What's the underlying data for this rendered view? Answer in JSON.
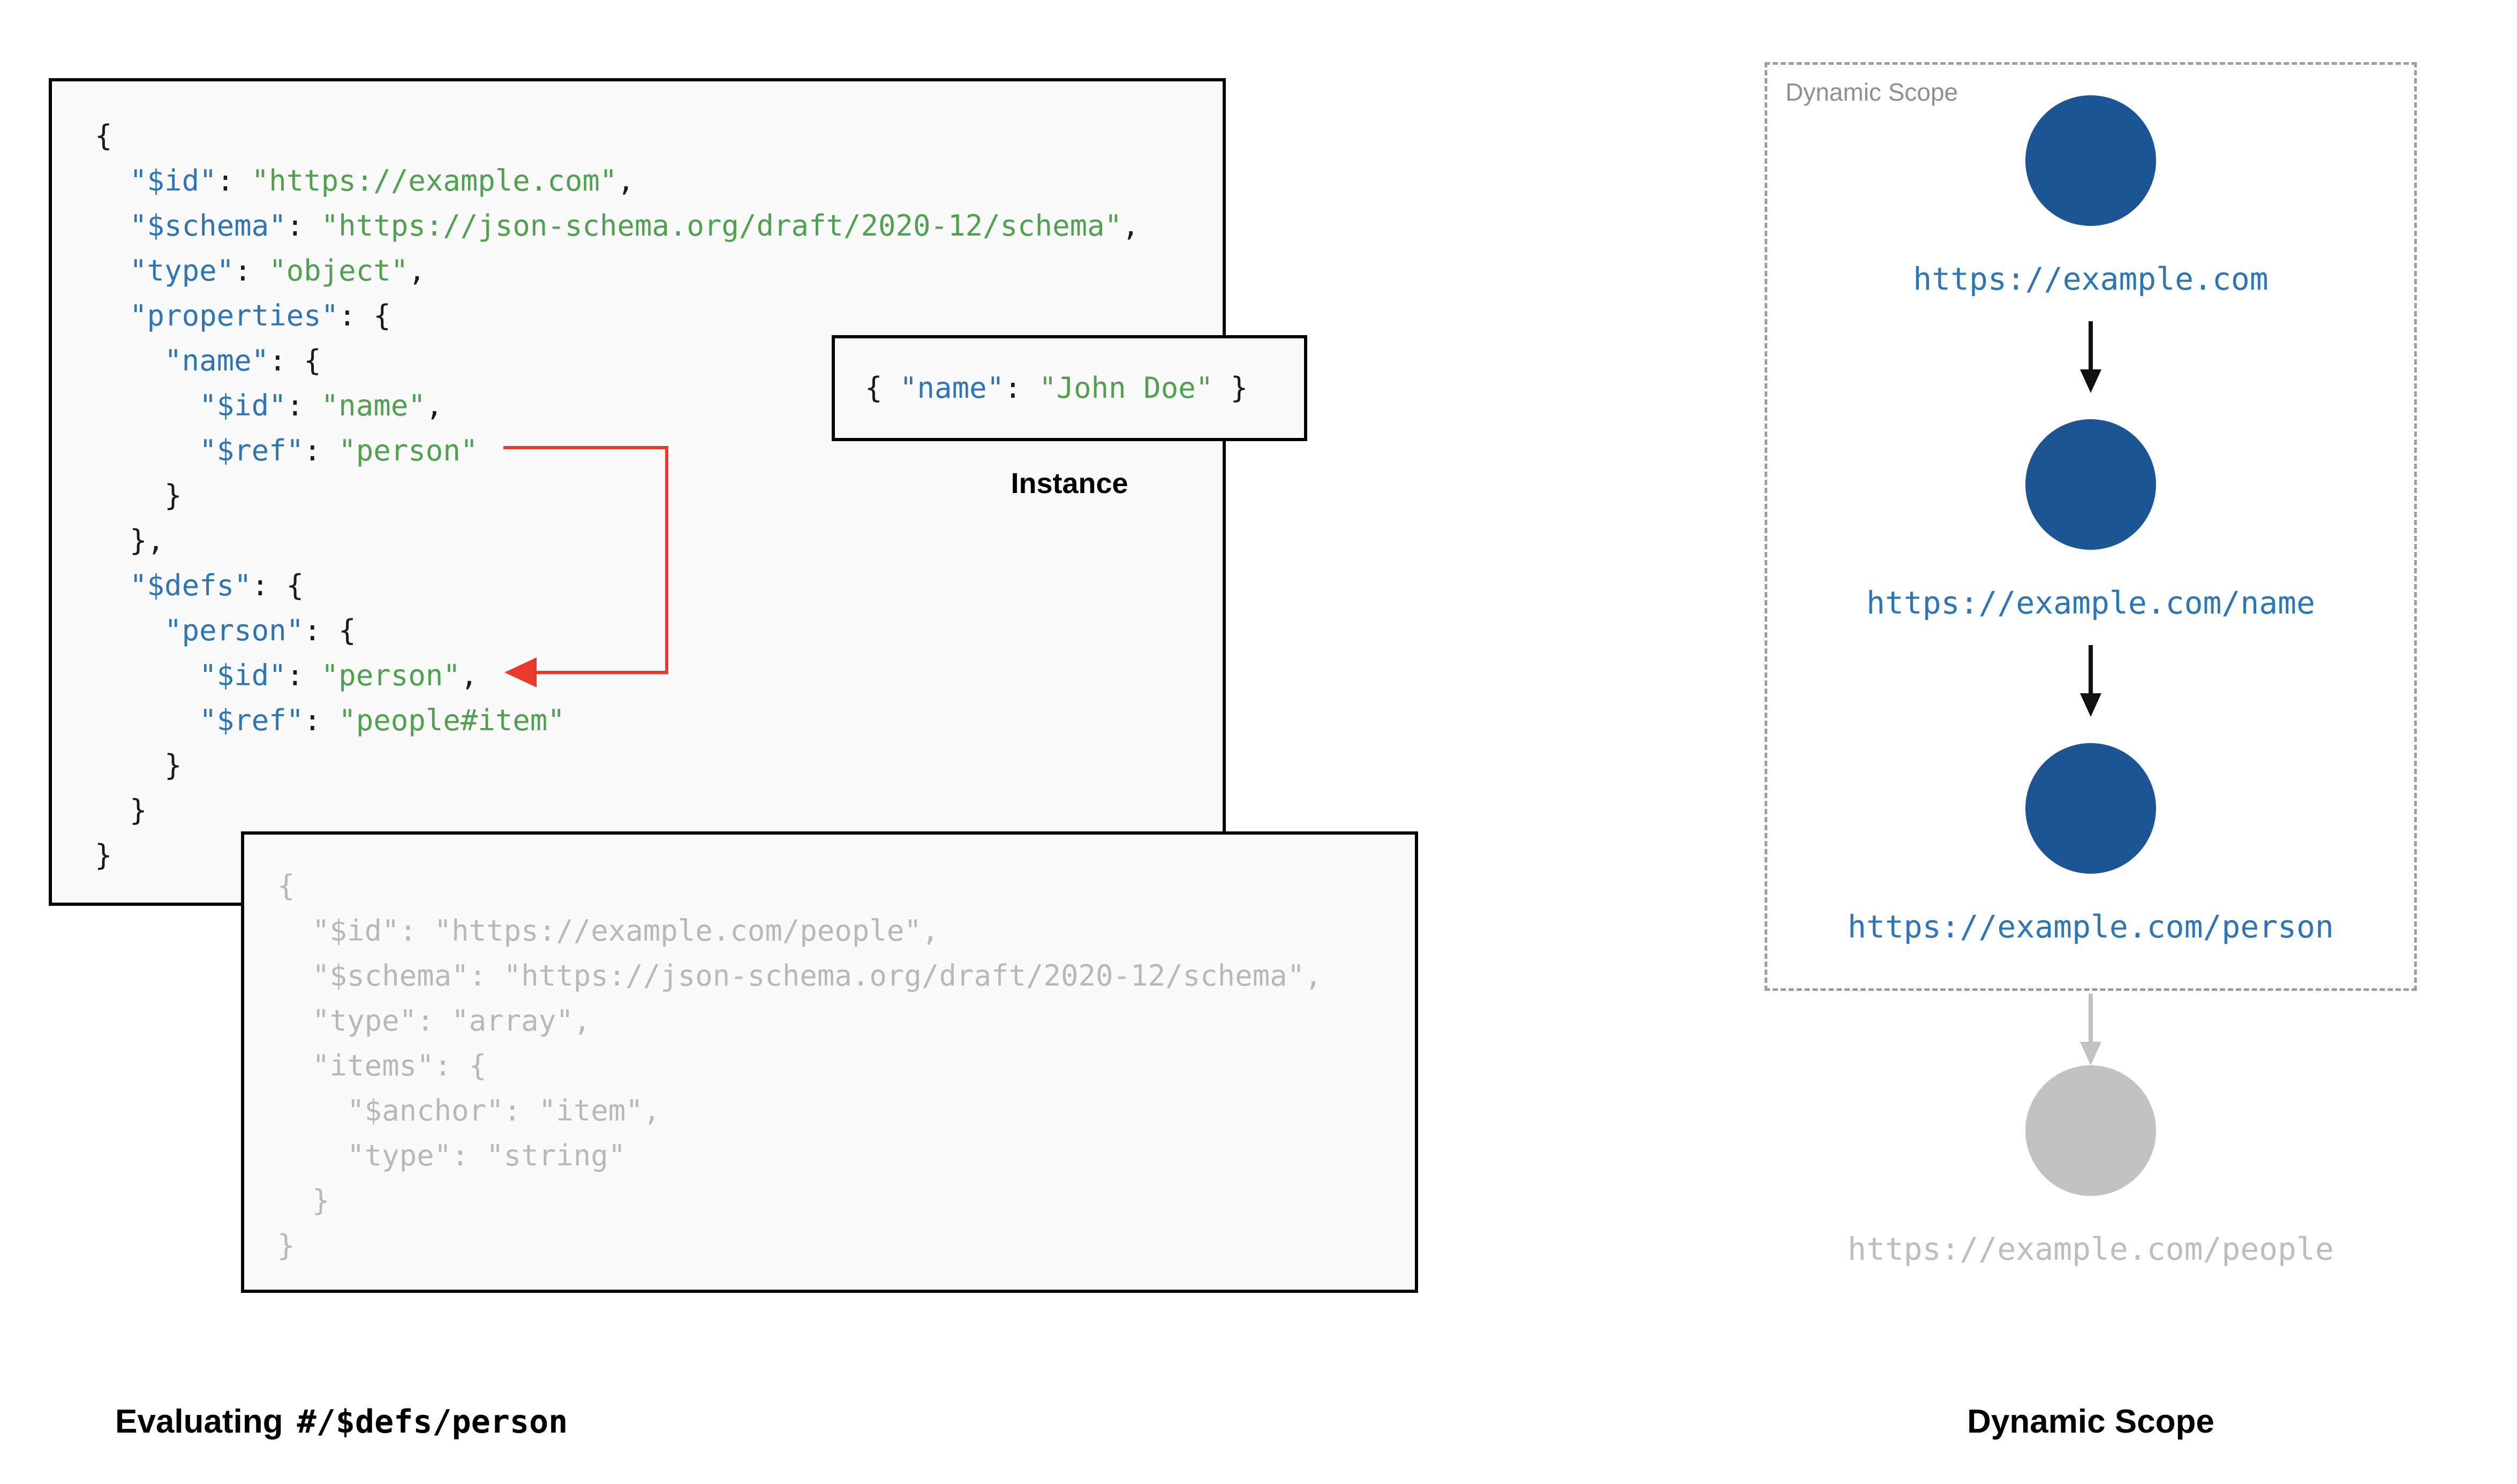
{
  "colors": {
    "key": "#2e75b6",
    "string": "#50a14f",
    "plain": "#1a1a1a",
    "muted": "#b8b8b8",
    "node_blue": "#1d5493",
    "node_gray": "#c2c2c2",
    "url_blue": "#2e75b6",
    "url_gray": "#bdbdbd",
    "arrow_red": "#e8392b",
    "arrow_black": "#111111",
    "arrow_gray": "#c2c2c2",
    "box_bg": "#fafafa",
    "box_border": "#000000",
    "dashed_border": "#9e9e9e",
    "label_gray": "#8f8f8f"
  },
  "main_schema": {
    "code": [
      "{",
      "  \"$id\": \"https://example.com\",",
      "  \"$schema\": \"https://json-schema.org/draft/2020-12/schema\",",
      "  \"type\": \"object\",",
      "  \"properties\": {",
      "    \"name\": {",
      "      \"$id\": \"name\",",
      "      \"$ref\": \"person\"",
      "    }",
      "  },",
      "  \"$defs\": {",
      "    \"person\": {",
      "      \"$id\": \"person\",",
      "      \"$ref\": \"people#item\"",
      "    }",
      "  }",
      "}"
    ]
  },
  "instance": {
    "code": "{ \"name\": \"John Doe\" }",
    "label": "Instance"
  },
  "people_schema": {
    "code": [
      "{",
      "  \"$id\": \"https://example.com/people\",",
      "  \"$schema\": \"https://json-schema.org/draft/2020-12/schema\",",
      "  \"type\": \"array\",",
      "  \"items\": {",
      "    \"$anchor\": \"item\",",
      "    \"type\": \"string\"",
      "  }",
      "}"
    ]
  },
  "evaluating_label": {
    "prefix": "Evaluating",
    "pointer": "#/$defs/person"
  },
  "dynamic_scope": {
    "box_label": "Dynamic Scope",
    "caption": "Dynamic Scope",
    "nodes": [
      {
        "url": "https://example.com",
        "state": "active"
      },
      {
        "url": "https://example.com/name",
        "state": "active"
      },
      {
        "url": "https://example.com/person",
        "state": "active"
      },
      {
        "url": "https://example.com/people",
        "state": "inactive"
      }
    ]
  }
}
